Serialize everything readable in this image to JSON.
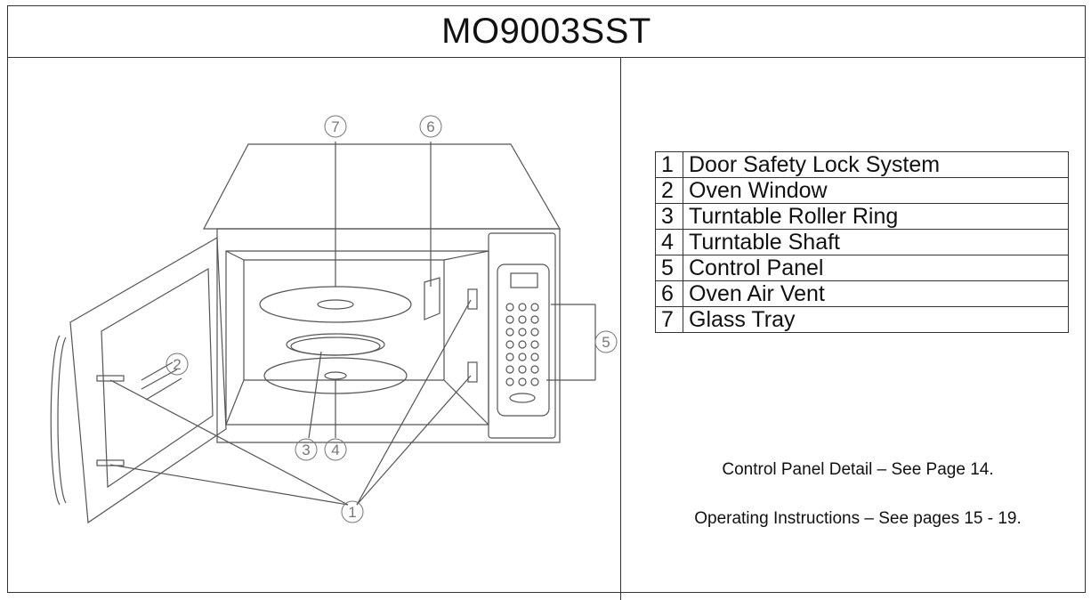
{
  "title": "MO9003SST",
  "parts": [
    {
      "num": "1",
      "label": "Door Safety Lock System"
    },
    {
      "num": "2",
      "label": "Oven    Window"
    },
    {
      "num": "3",
      "label": "Turntable Roller Ring"
    },
    {
      "num": "4",
      "label": "Turntable    Shaft"
    },
    {
      "num": "5",
      "label": "Control    Panel"
    },
    {
      "num": "6",
      "label": "Oven Air Vent"
    },
    {
      "num": "7",
      "label": "Glass    Tray"
    }
  ],
  "callouts": [
    "1",
    "2",
    "3",
    "4",
    "5",
    "6",
    "7"
  ],
  "notes": {
    "control_panel": "Control Panel Detail – See Page 14.",
    "operating": "Operating Instructions – See pages 15 - 19."
  }
}
